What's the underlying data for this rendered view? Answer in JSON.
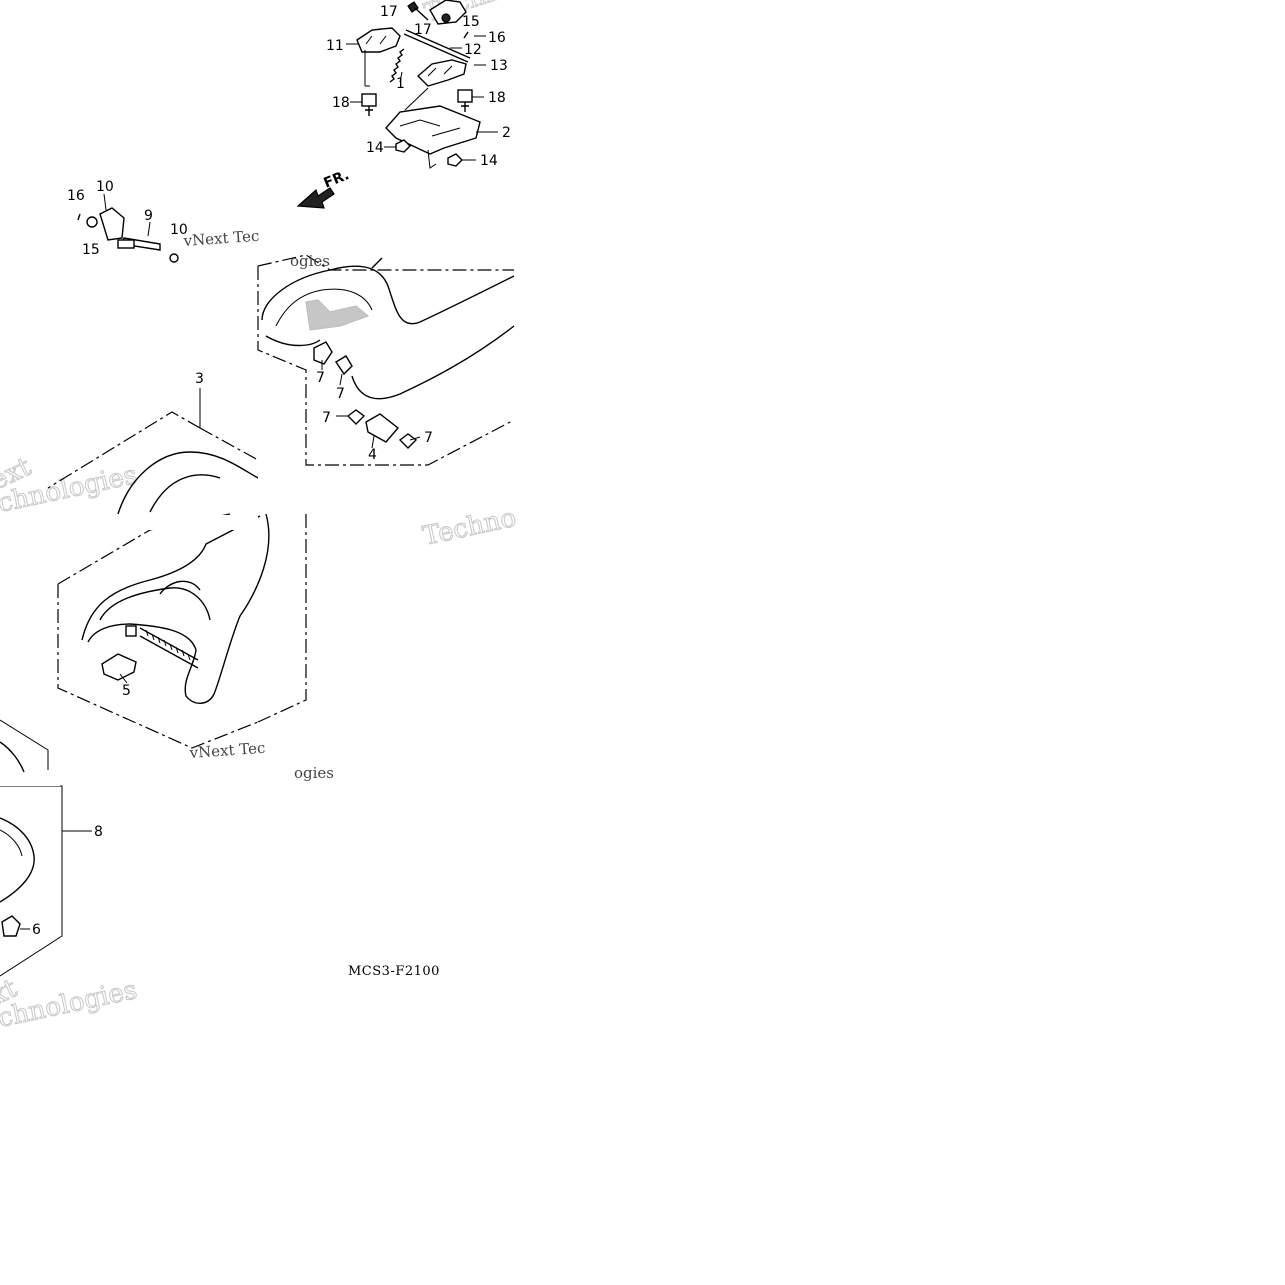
{
  "diagram": {
    "code": "MCS3-F2100",
    "direction_label": "FR.",
    "callouts": {
      "c1": "1",
      "c2": "2",
      "c3": "3",
      "c4": "4",
      "c5": "5",
      "c6": "6",
      "c7a": "7",
      "c7b": "7",
      "c7c": "7",
      "c7d": "7",
      "c8": "8",
      "c9": "9",
      "c10a": "10",
      "c10b": "10",
      "c11": "11",
      "c12": "12",
      "c13": "13",
      "c14a": "14",
      "c14b": "14",
      "c15a": "15",
      "c15b": "15",
      "c16a": "16",
      "c16b": "16",
      "c17a": "17",
      "c17b": "17",
      "c18a": "18",
      "c18b": "18"
    },
    "watermarks": {
      "w1": "vNext Tec",
      "w2": "ogies",
      "w3": "Techno",
      "w4": "chnologies",
      "w5": "vNext Tec",
      "w6": "ogies",
      "w7": "chnologies",
      "w8": "Techn",
      "w9": "ext",
      "w10": "xt"
    }
  }
}
